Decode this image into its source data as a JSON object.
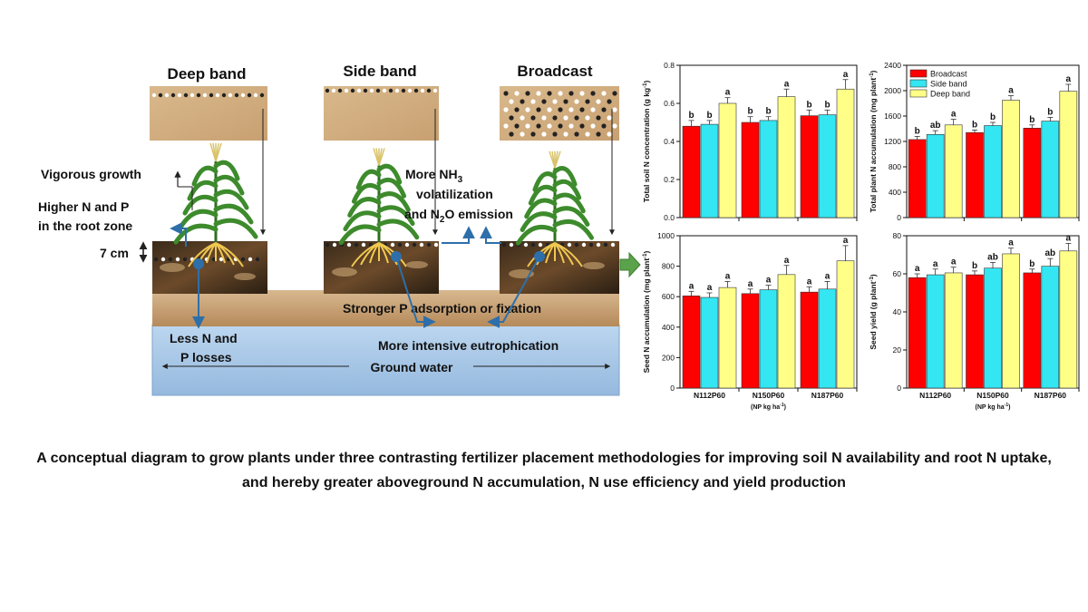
{
  "diagram": {
    "placements": [
      "Deep band",
      "Side band",
      "Broadcast"
    ],
    "labels": {
      "vigorous": "Vigorous growth",
      "higher_1": "Higher N and P",
      "higher_2": "in the root zone",
      "depth": "7 cm",
      "nh3_1": "More NH",
      "nh3_sub": "3",
      "nh3_2": "volatilization",
      "n2o_1": "and N",
      "n2o_sub": "2",
      "n2o_2": "O emission",
      "padsorb": "Stronger P adsorption or fixation",
      "less_1": "Less N and",
      "less_2": "P losses",
      "eutro": "More intensive eutrophication",
      "groundwater": "Ground water"
    },
    "colors": {
      "soil": "#c9a67a",
      "water": "#a9c8e8",
      "arrow": "#2e6faa",
      "plant": "#3d8b2c",
      "root": "#f0c850"
    }
  },
  "chart_data": [
    {
      "type": "bar",
      "ylabel": "Total soil N concentration (g kg",
      "ylabel_sup": "-1",
      "ylabel_end": ")",
      "ylim": [
        0,
        0.8
      ],
      "yticks": [
        "0.0",
        "0.2",
        "0.4",
        "0.6",
        "0.8"
      ],
      "ytick_values": [
        0,
        0.2,
        0.4,
        0.6,
        0.8
      ],
      "categories": [
        "N112P60",
        "N150P60",
        "N187P60"
      ],
      "show_xlabels": false,
      "series": [
        {
          "values": [
            0.48,
            0.5,
            0.535
          ],
          "errors": [
            0.03,
            0.03,
            0.03
          ],
          "letters": [
            "b",
            "b",
            "b"
          ]
        },
        {
          "values": [
            0.49,
            0.51,
            0.54
          ],
          "errors": [
            0.02,
            0.02,
            0.025
          ],
          "letters": [
            "b",
            "b",
            "b"
          ]
        },
        {
          "values": [
            0.6,
            0.635,
            0.675
          ],
          "errors": [
            0.03,
            0.04,
            0.05
          ],
          "letters": [
            "a",
            "a",
            "a"
          ]
        }
      ]
    },
    {
      "type": "bar",
      "ylabel": "Total plant N accumulation (mg plant",
      "ylabel_sup": "-1",
      "ylabel_end": ")",
      "ylim": [
        0,
        2400
      ],
      "yticks": [
        "0",
        "400",
        "800",
        "1200",
        "1600",
        "2000",
        "2400"
      ],
      "ytick_values": [
        0,
        400,
        800,
        1200,
        1600,
        2000,
        2400
      ],
      "categories": [
        "N112P60",
        "N150P60",
        "N187P60"
      ],
      "show_xlabels": false,
      "legend": {
        "position": "top-left",
        "entries": [
          "Broadcast",
          "Side band",
          "Deep band"
        ]
      },
      "series": [
        {
          "name": "Broadcast",
          "values": [
            1230,
            1340,
            1410
          ],
          "errors": [
            50,
            40,
            50
          ],
          "letters": [
            "b",
            "b",
            "b"
          ]
        },
        {
          "name": "Side band",
          "values": [
            1310,
            1450,
            1520
          ],
          "errors": [
            60,
            50,
            60
          ],
          "letters": [
            "ab",
            "b",
            "b"
          ]
        },
        {
          "name": "Deep band",
          "values": [
            1460,
            1850,
            1990
          ],
          "errors": [
            90,
            70,
            110
          ],
          "letters": [
            "a",
            "a",
            "a"
          ]
        }
      ]
    },
    {
      "type": "bar",
      "ylabel": "Seed N accumulation (mg plant",
      "ylabel_sup": "-1",
      "ylabel_end": ")",
      "ylim": [
        0,
        1000
      ],
      "yticks": [
        "0",
        "200",
        "400",
        "600",
        "800",
        "1000"
      ],
      "ytick_values": [
        0,
        200,
        400,
        600,
        800,
        1000
      ],
      "categories": [
        "N112P60",
        "N150P60",
        "N187P60"
      ],
      "show_xlabels": true,
      "xlabel": "(NP kg ha",
      "xlabel_sup": "-1",
      "xlabel_end": ")",
      "series": [
        {
          "values": [
            605,
            620,
            630
          ],
          "errors": [
            30,
            30,
            35
          ],
          "letters": [
            "a",
            "a",
            "a"
          ]
        },
        {
          "values": [
            595,
            645,
            650
          ],
          "errors": [
            30,
            30,
            50
          ],
          "letters": [
            "a",
            "a",
            "a"
          ]
        },
        {
          "values": [
            660,
            745,
            835
          ],
          "errors": [
            40,
            60,
            100
          ],
          "letters": [
            "a",
            "a",
            "a"
          ]
        }
      ]
    },
    {
      "type": "bar",
      "ylabel": "Seed yield (g plant",
      "ylabel_sup": "-1",
      "ylabel_end": ")",
      "ylim": [
        0,
        80
      ],
      "yticks": [
        "0",
        "20",
        "40",
        "60",
        "80"
      ],
      "ytick_values": [
        0,
        20,
        40,
        60,
        80
      ],
      "categories": [
        "N112P60",
        "N150P60",
        "N187P60"
      ],
      "show_xlabels": true,
      "xlabel": "(NP kg ha",
      "xlabel_sup": "-1",
      "xlabel_end": ")",
      "series": [
        {
          "values": [
            58,
            59.5,
            60.5
          ],
          "errors": [
            2,
            2,
            2
          ],
          "letters": [
            "a",
            "b",
            "b"
          ]
        },
        {
          "values": [
            59.5,
            63,
            64
          ],
          "errors": [
            3,
            3,
            4
          ],
          "letters": [
            "a",
            "ab",
            "ab"
          ]
        },
        {
          "values": [
            60.5,
            70.5,
            72
          ],
          "errors": [
            3,
            3,
            4
          ],
          "letters": [
            "a",
            "a",
            "a"
          ]
        }
      ]
    }
  ],
  "caption": "A conceptual diagram to grow plants under three contrasting fertilizer placement methodologies for improving soil N availability and root N uptake, and hereby greater aboveground N accumulation, N use efficiency and yield production"
}
